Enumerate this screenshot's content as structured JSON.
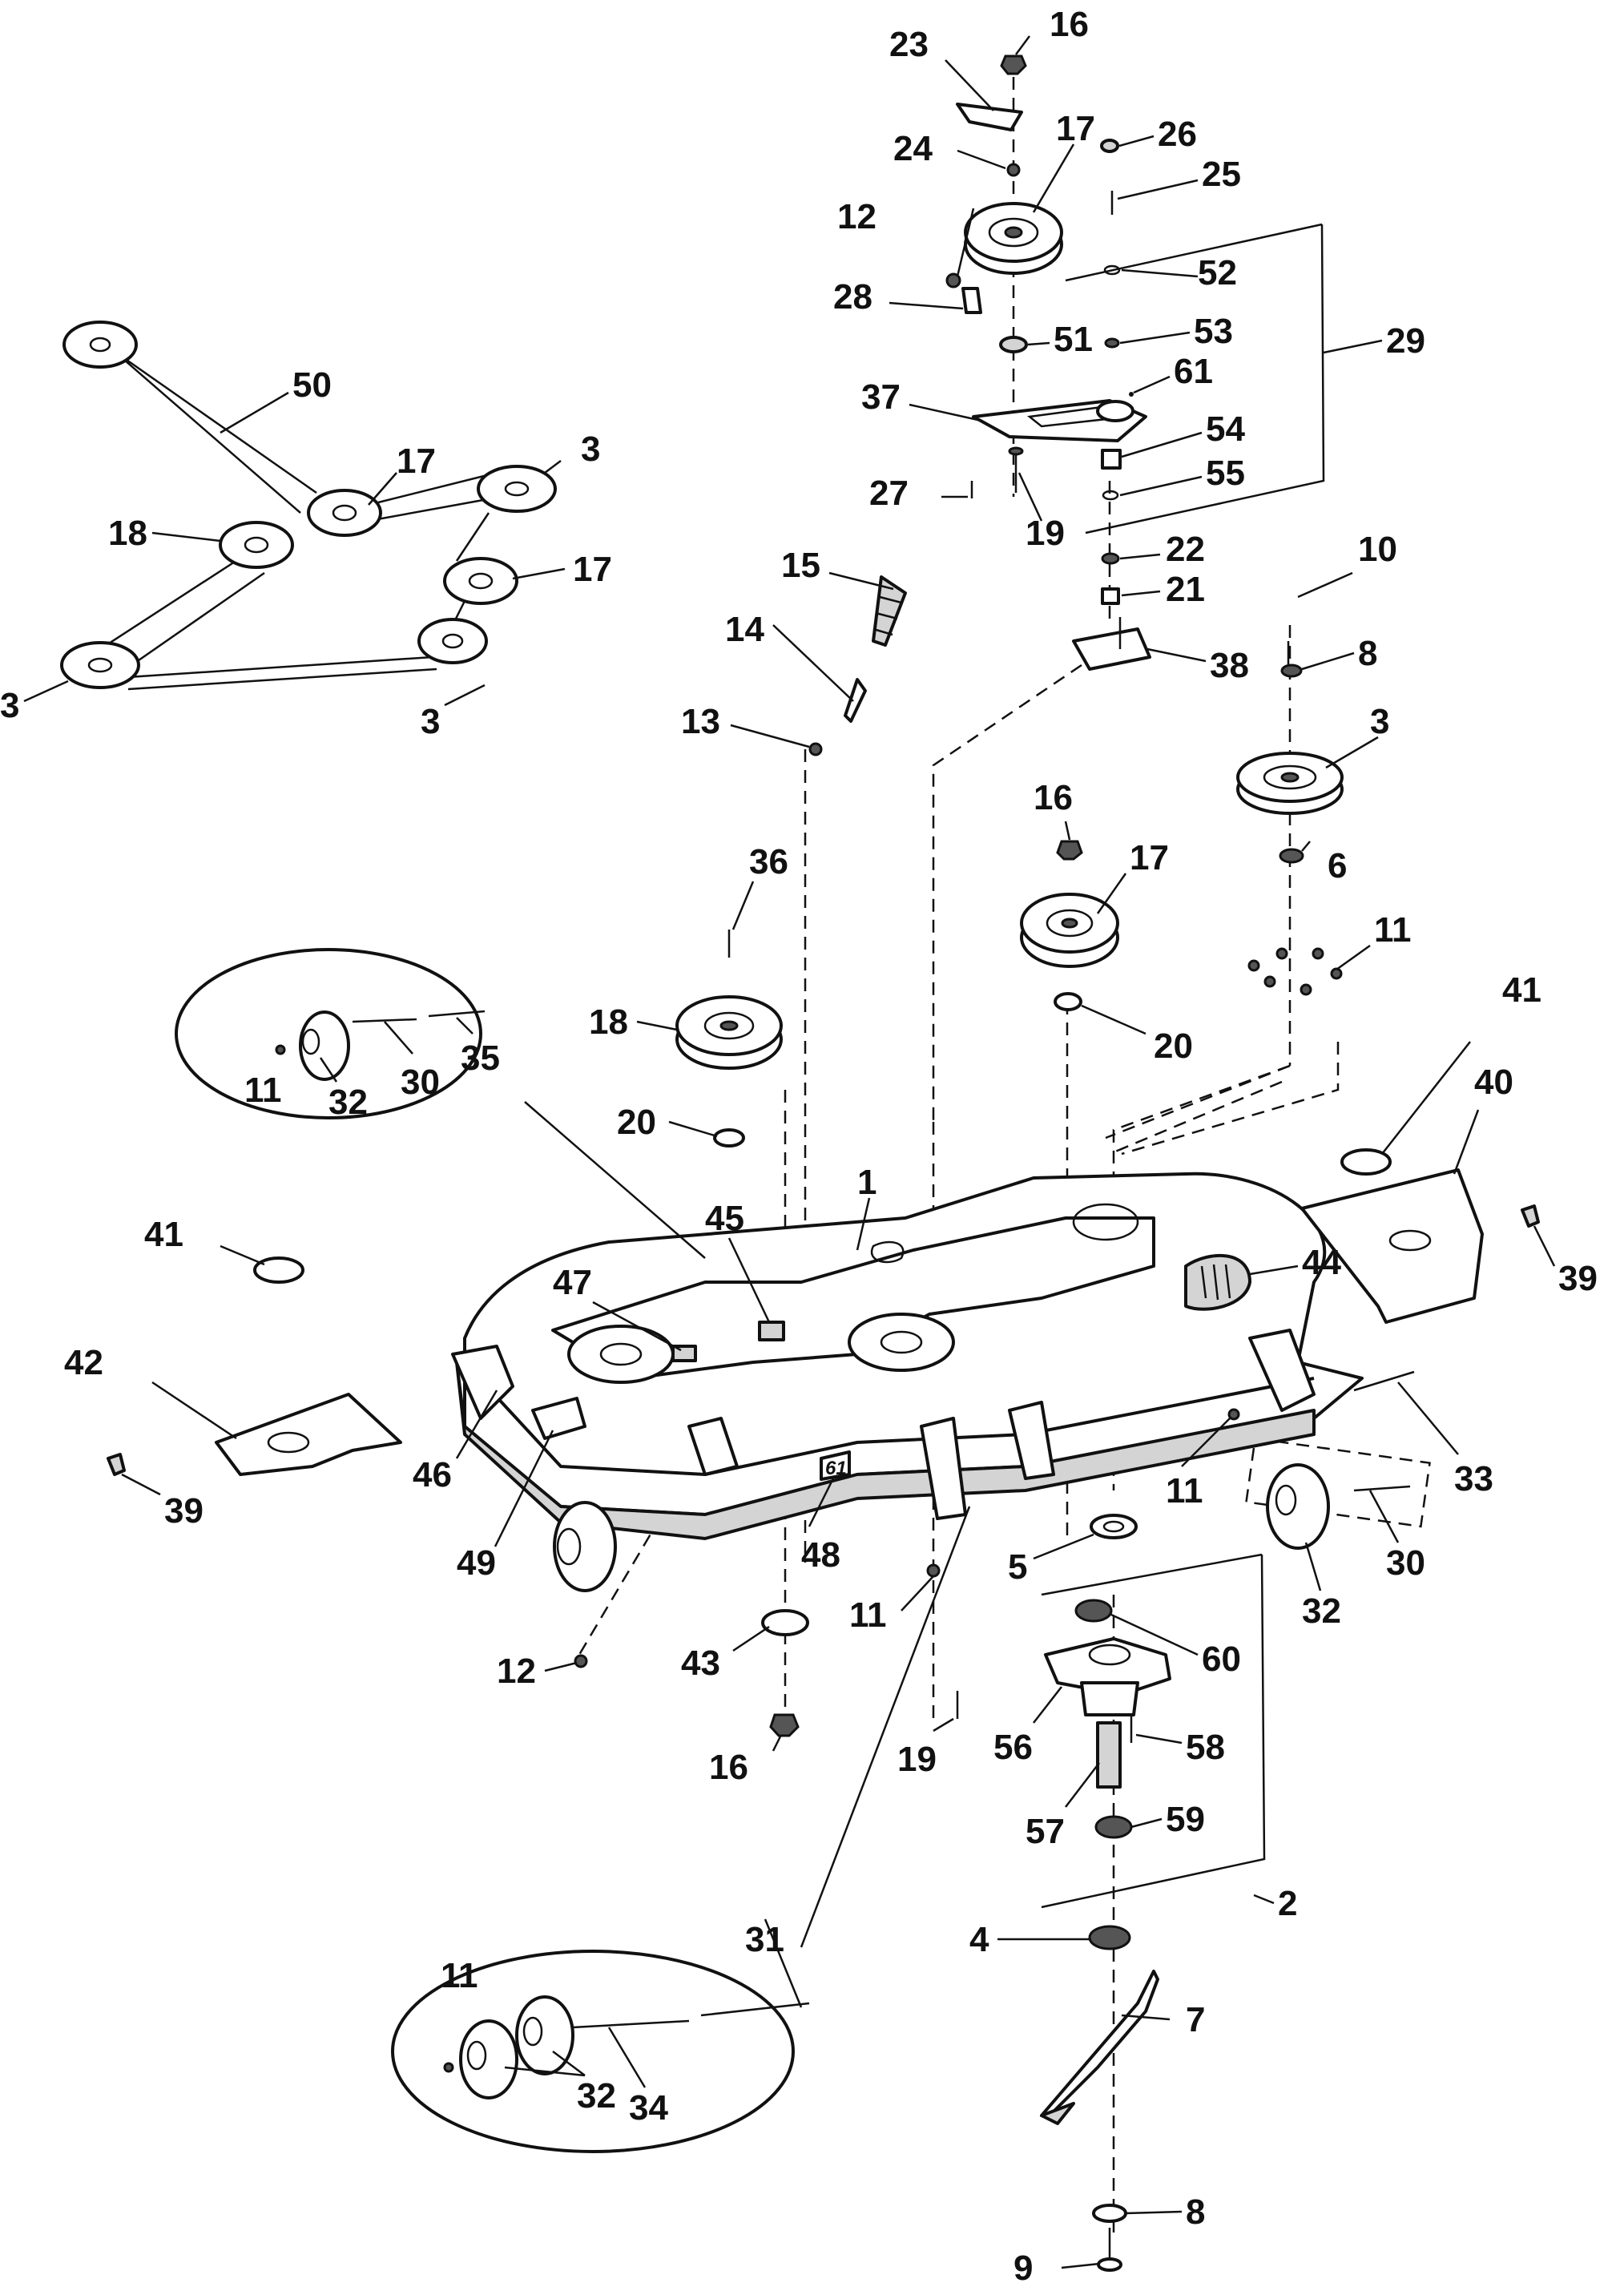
{
  "diagram": {
    "title": "",
    "callouts": [
      "1",
      "2",
      "3",
      "4",
      "5",
      "6",
      "7",
      "8",
      "9",
      "10",
      "11",
      "12",
      "13",
      "14",
      "15",
      "16",
      "17",
      "18",
      "19",
      "20",
      "21",
      "22",
      "23",
      "24",
      "25",
      "26",
      "27",
      "28",
      "29",
      "30",
      "31",
      "32",
      "33",
      "34",
      "35",
      "36",
      "37",
      "38",
      "39",
      "40",
      "41",
      "42",
      "43",
      "44",
      "45",
      "46",
      "47",
      "48",
      "49",
      "50",
      "51",
      "52",
      "53",
      "54",
      "55",
      "56",
      "57",
      "58",
      "59",
      "60",
      "61"
    ],
    "deck_badge": "61"
  },
  "colors": {
    "line": "#111111",
    "shade": "#d4d4d4",
    "background": "#ffffff"
  }
}
